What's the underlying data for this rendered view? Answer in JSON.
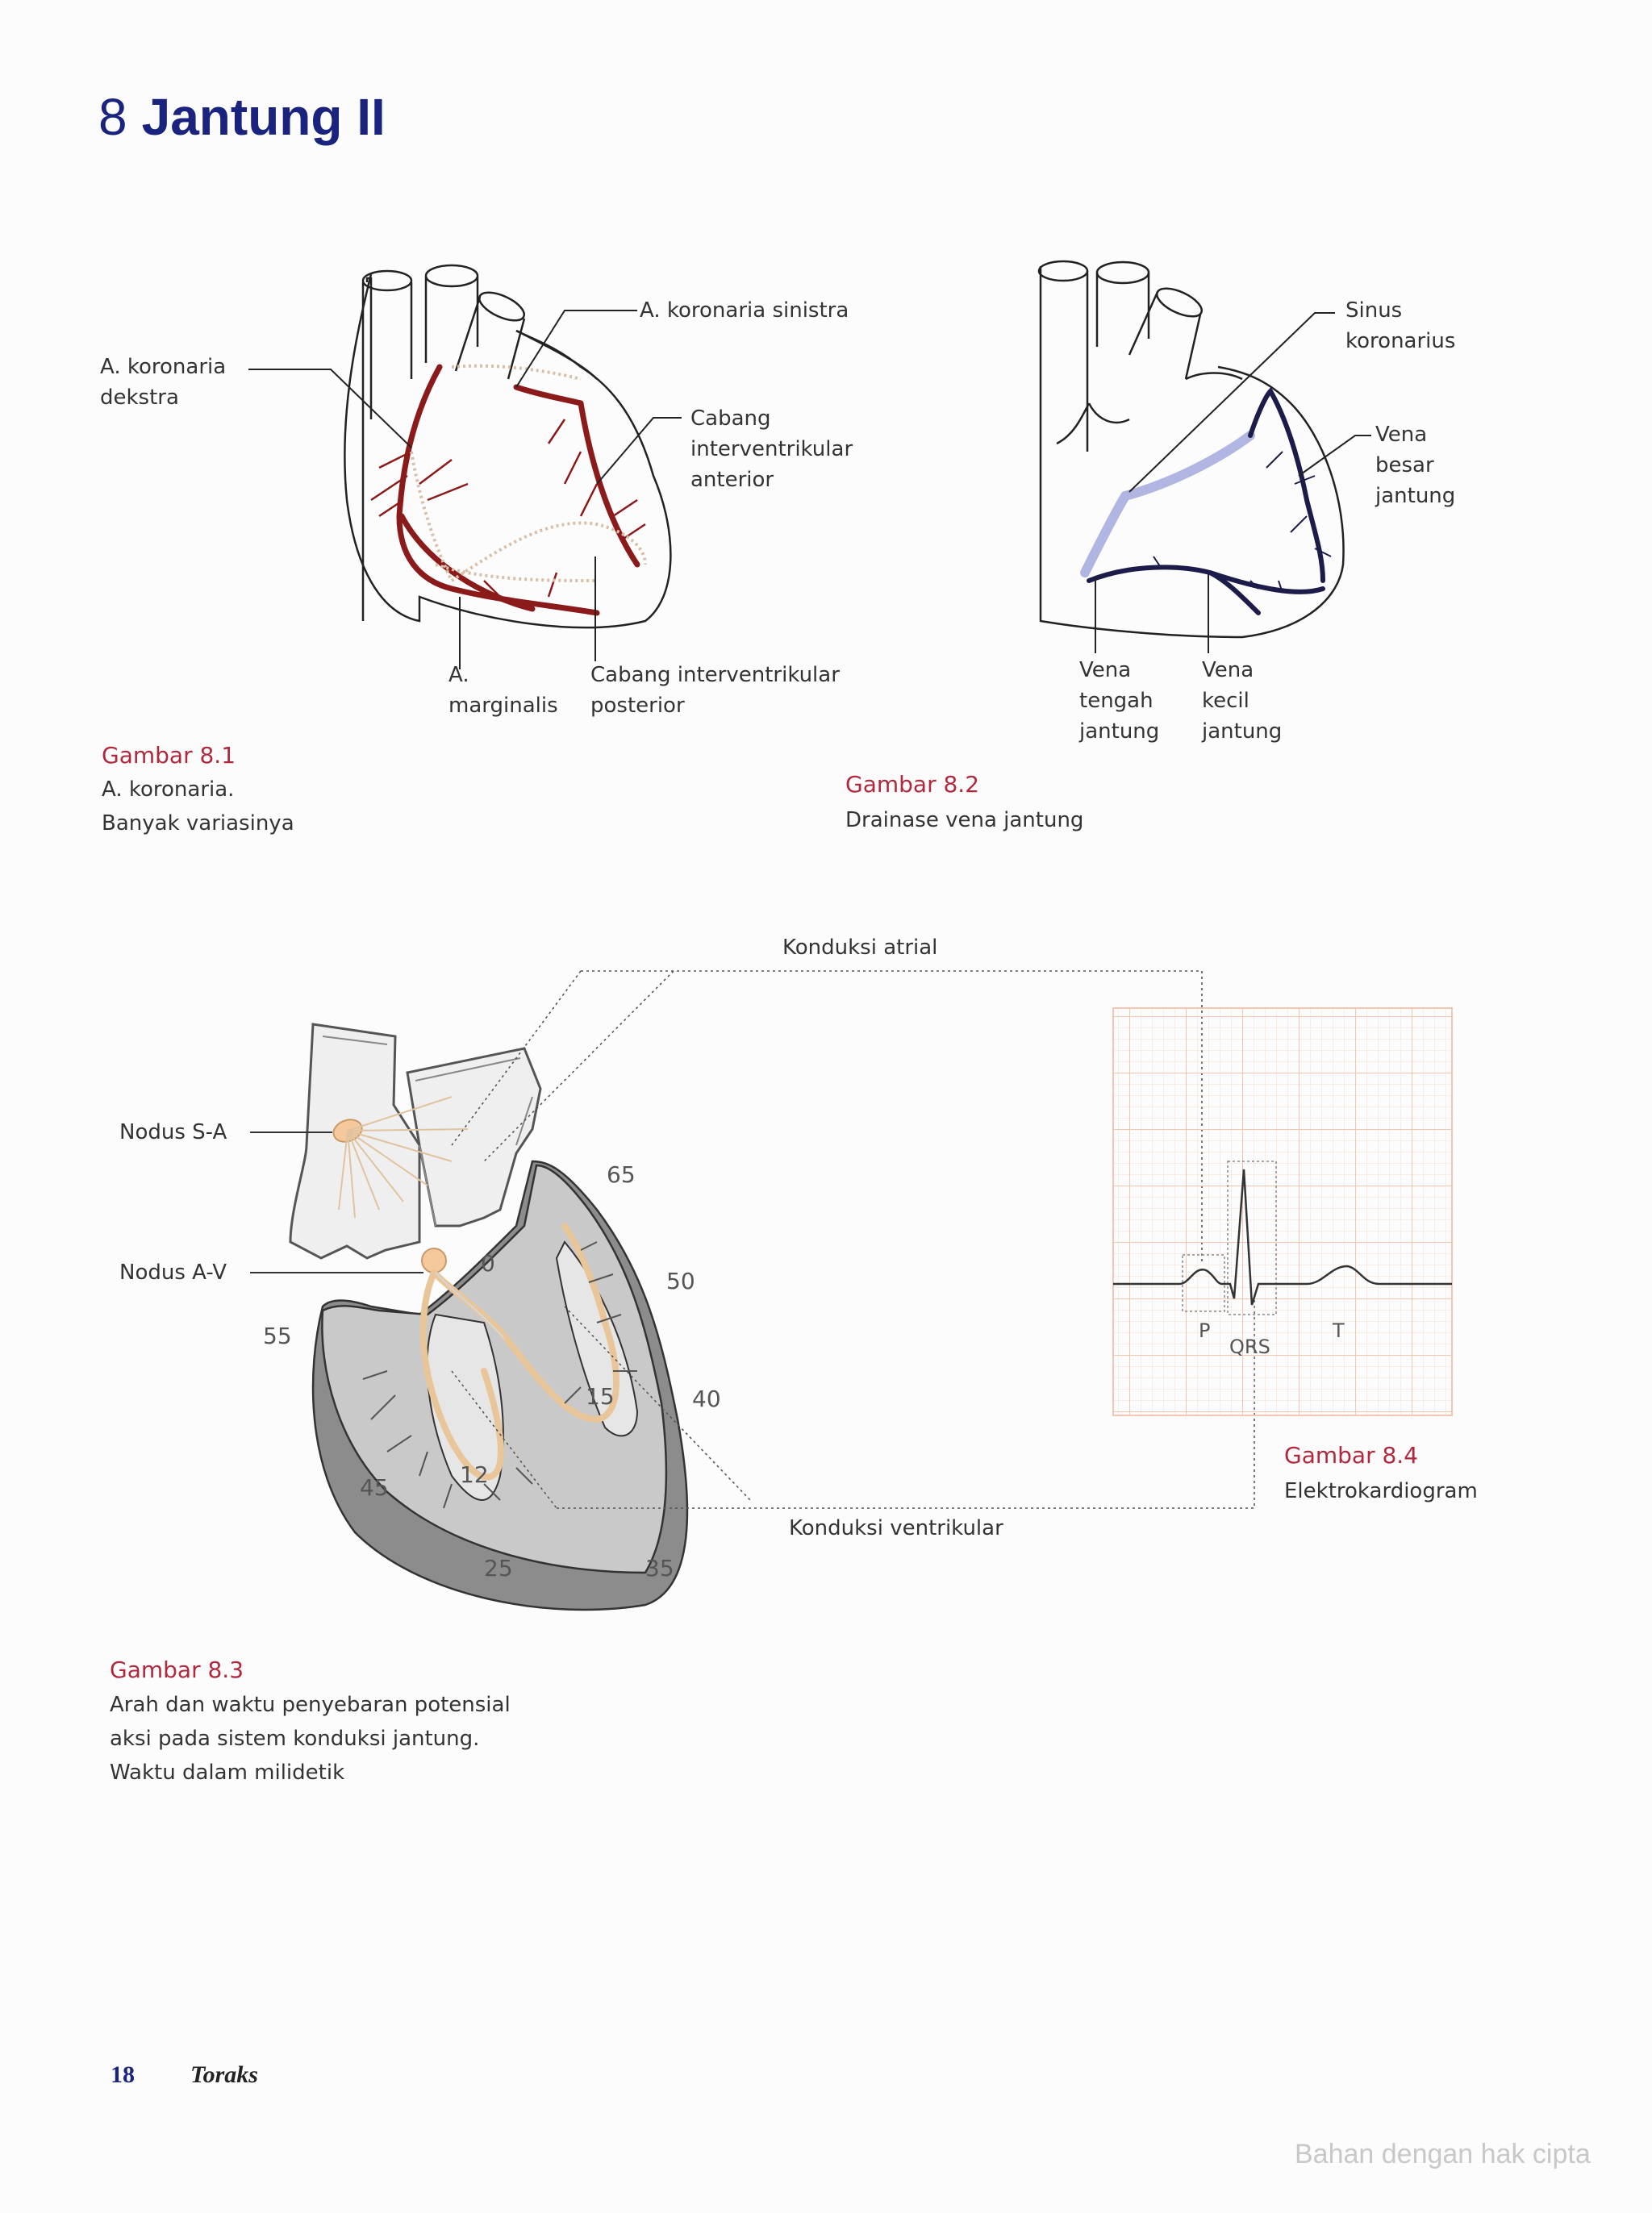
{
  "title": {
    "number": "8",
    "name": "Jantung II"
  },
  "fig1": {
    "labels": {
      "a_koronaria_dekstra": "A. koronaria\ndekstra",
      "a_koronaria_sinistra": "A. koronaria sinistra",
      "cabang_anterior": "Cabang\ninterventrikular\nanterior",
      "a_marginalis": "A.\nmarginalis",
      "cabang_posterior": "Cabang interventrikular\nposterior"
    },
    "caption_head": "Gambar 8.1",
    "caption_body": "A. koronaria.\nBanyak variasinya"
  },
  "fig2": {
    "labels": {
      "sinus_koronarius": "Sinus\nkoronarius",
      "vena_besar": "Vena\nbesar\njantung",
      "vena_tengah": "Vena\ntengah\njantung",
      "vena_kecil": "Vena\nkecil\njantung"
    },
    "caption_head": "Gambar 8.2",
    "caption_body": "Drainase vena jantung"
  },
  "fig3": {
    "labels": {
      "konduksi_atrial": "Konduksi atrial",
      "nodus_sa": "Nodus S-A",
      "nodus_av": "Nodus A-V",
      "konduksi_ventrikular": "Konduksi ventrikular"
    },
    "timings": {
      "t0": "0",
      "t65": "65",
      "t50": "50",
      "t55": "55",
      "t15": "15",
      "t40": "40",
      "t12": "12",
      "t45": "45",
      "t25": "25",
      "t35": "35"
    },
    "caption_head": "Gambar 8.3",
    "caption_body": "Arah dan waktu penyebaran potensial\naksi pada sistem konduksi jantung.\nWaktu dalam milidetik"
  },
  "fig4": {
    "wave_labels": {
      "p": "P",
      "qrs": "QRS",
      "t": "T"
    },
    "caption_head": "Gambar 8.4",
    "caption_body": "Elektrokardiogram"
  },
  "footer": {
    "page_number": "18",
    "section": "Toraks"
  },
  "watermark": "Bahan dengan hak cipta",
  "colors": {
    "title_blue": "#1a237e",
    "caption_red": "#b0283c",
    "artery_red": "#8b1a1a",
    "vein_dark": "#1c1c4a",
    "vein_light": "#a8aee0",
    "conduction_tan": "#e8c69a",
    "ecg_grid": "#f2c6b0"
  }
}
